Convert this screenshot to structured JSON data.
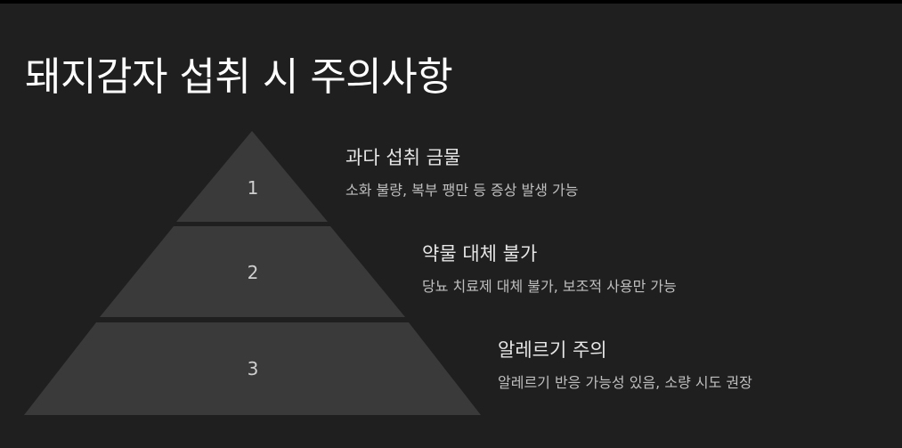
{
  "slide": {
    "title": "돼지감자 섭취 시 주의사항"
  },
  "colors": {
    "background": "#1f1f1f",
    "tier_fill": "#3a3a3a",
    "heading_text": "#e6e6e6",
    "desc_text": "#bfbfbf"
  },
  "tiers": [
    {
      "number": "1",
      "heading": "과다 섭취 금물",
      "description": "소화 불량, 복부 팽만 등 증상 발생 가능"
    },
    {
      "number": "2",
      "heading": "약물 대체 불가",
      "description": "당뇨 치료제 대체 불가, 보조적 사용만 가능"
    },
    {
      "number": "3",
      "heading": "알레르기 주의",
      "description": "알레르기 반응 가능성 있음, 소량 시도 권장"
    }
  ]
}
